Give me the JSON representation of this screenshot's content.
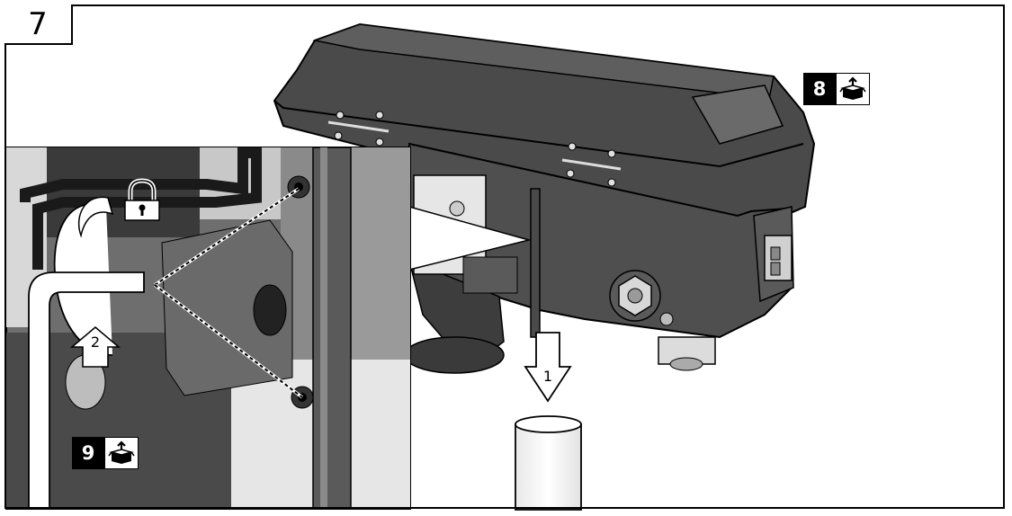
{
  "figure": {
    "step_number": "7",
    "arrow_labels": {
      "push_down": "1",
      "rotate": "2"
    },
    "part_tags": [
      {
        "number": "8",
        "icon": "unpack-box-icon"
      },
      {
        "number": "9",
        "icon": "unpack-box-icon"
      }
    ],
    "colors": {
      "line": "#000000",
      "body_dark": "#3a3a3a",
      "body_mid": "#5a5a5a",
      "highlight": "#8c8c8c"
    }
  }
}
